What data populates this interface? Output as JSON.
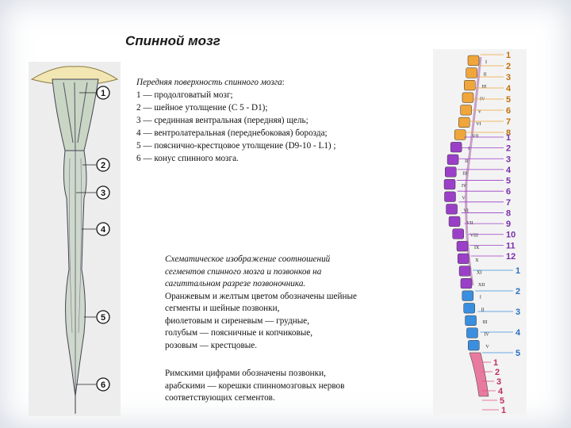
{
  "title": "Спинной мозг",
  "caption": {
    "heading": "Передняя поверхность спинного мозга",
    "items": [
      "1 — продолговатый мозг;",
      "2 — шейное утолщение (C 5 - D1);",
      "3 — срединная вентральная (передняя) щель;",
      "4 — вентролатеральная (переднебоковая) борозда;",
      "5 — пояснично-крестцовое утолщение (D9-10 - L1) ;",
      "6 — конус спинного мозга."
    ]
  },
  "callouts": [
    "1",
    "2",
    "3",
    "4",
    "5",
    "6"
  ],
  "scheme": {
    "italic_lines": [
      "Схематическое изображение соотношений",
      "сегментов спинного мозга и позвонков на",
      "сагиттальном разрезе позвоночника."
    ],
    "lines": [
      "Оранжевым и желтым цветом обозначены шейные",
      "сегменты и шейные позвонки,",
      "фиолетовым и сиреневым — грудные,",
      "голубым — поясничные и копчиковые,",
      "розовым — крестцовые."
    ]
  },
  "roman_note": [
    "Римскими цифрами обозначены позвонки,",
    "арабскими — корешки спинномозговых нервов",
    "соответствующих сегментов."
  ],
  "spine": {
    "cervical": {
      "color": "#f0a63a",
      "labels": [
        "1",
        "2",
        "3",
        "4",
        "5",
        "6",
        "7",
        "8"
      ]
    },
    "thoracic": {
      "color": "#9b3fc8",
      "labels": [
        "1",
        "2",
        "3",
        "4",
        "5",
        "6",
        "7",
        "8",
        "9",
        "10",
        "11",
        "12"
      ]
    },
    "lumbar": {
      "color": "#3a8fe0",
      "labels": [
        "1",
        "2",
        "3",
        "4",
        "5"
      ]
    },
    "sacral": {
      "color": "#e0507a",
      "labels": [
        "1",
        "2",
        "3",
        "4",
        "5",
        "1"
      ]
    },
    "vertebra_roman": [
      "I",
      "II",
      "III",
      "IV",
      "V",
      "VI",
      "VII",
      "I",
      "II",
      "III",
      "IV",
      "V",
      "VI",
      "VII",
      "VIII",
      "IX",
      "X",
      "XI",
      "XII",
      "I",
      "II",
      "III",
      "IV",
      "V"
    ]
  }
}
